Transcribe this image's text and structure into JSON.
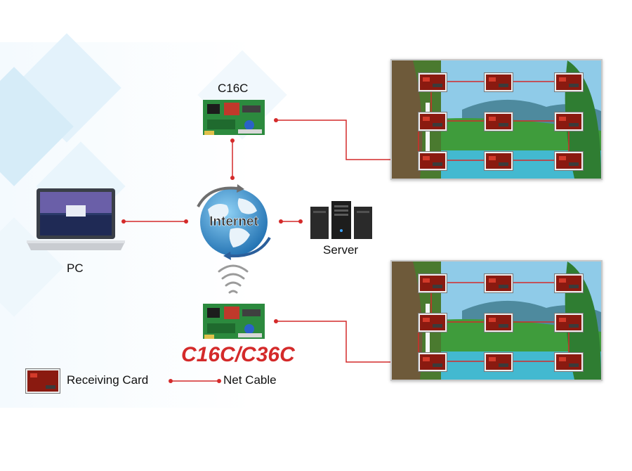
{
  "labels": {
    "controller_top": "C16C",
    "controller_bottom": "C16C/C36C",
    "pc": "PC",
    "server": "Server",
    "internet": "Internet"
  },
  "legend": {
    "receiving_card": "Receiving Card",
    "net_cable": "Net Cable"
  },
  "colors": {
    "cable": "#d42a2a",
    "accent_text": "#d42a2a",
    "globe": "#2c86c8"
  },
  "icons": [
    "laptop-icon",
    "globe-icon",
    "server-icon",
    "wifi-signal-icon",
    "controller-card-icon",
    "receiving-card-icon",
    "led-screen-image"
  ]
}
